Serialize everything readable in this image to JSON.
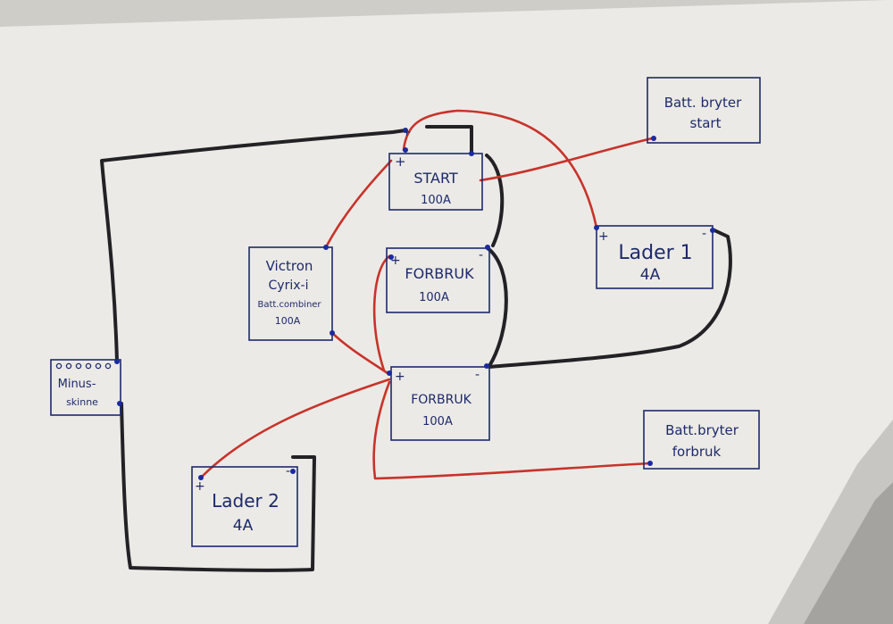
{
  "colors": {
    "paper": "#eceae6",
    "shadow": "#8e8c88",
    "ink": "#1d2a6b",
    "wire_positive": "#c8332b",
    "wire_negative": "#222226",
    "terminal": "#1a2aa0"
  },
  "components": {
    "start_battery": {
      "name": "START",
      "rating": "100A",
      "plus": "+",
      "minus": ""
    },
    "consumer_upper": {
      "name": "FORBRUK",
      "rating": "100A",
      "plus": "+",
      "minus": "-"
    },
    "consumer_lower": {
      "name": "FORBRUK",
      "rating": "100A",
      "plus": "+",
      "minus": "-"
    },
    "charger_1": {
      "name": "Lader 1",
      "rating": "4A",
      "plus": "+",
      "minus": "-"
    },
    "charger_2": {
      "name": "Lader 2",
      "rating": "4A",
      "plus": "+",
      "minus": "-"
    },
    "combiner": {
      "line1": "Victron",
      "line2": "Cyrix-i",
      "line3": "Batt.combiner",
      "line4": "100A"
    },
    "minus_bus": {
      "line1": "Minus-",
      "line2": "skinne"
    },
    "switch_start": {
      "line1": "Batt. bryter",
      "line2": "start"
    },
    "switch_consumer": {
      "line1": "Batt.bryter",
      "line2": "forbruk"
    }
  },
  "misc": {
    "start_plus_mark": "+"
  }
}
